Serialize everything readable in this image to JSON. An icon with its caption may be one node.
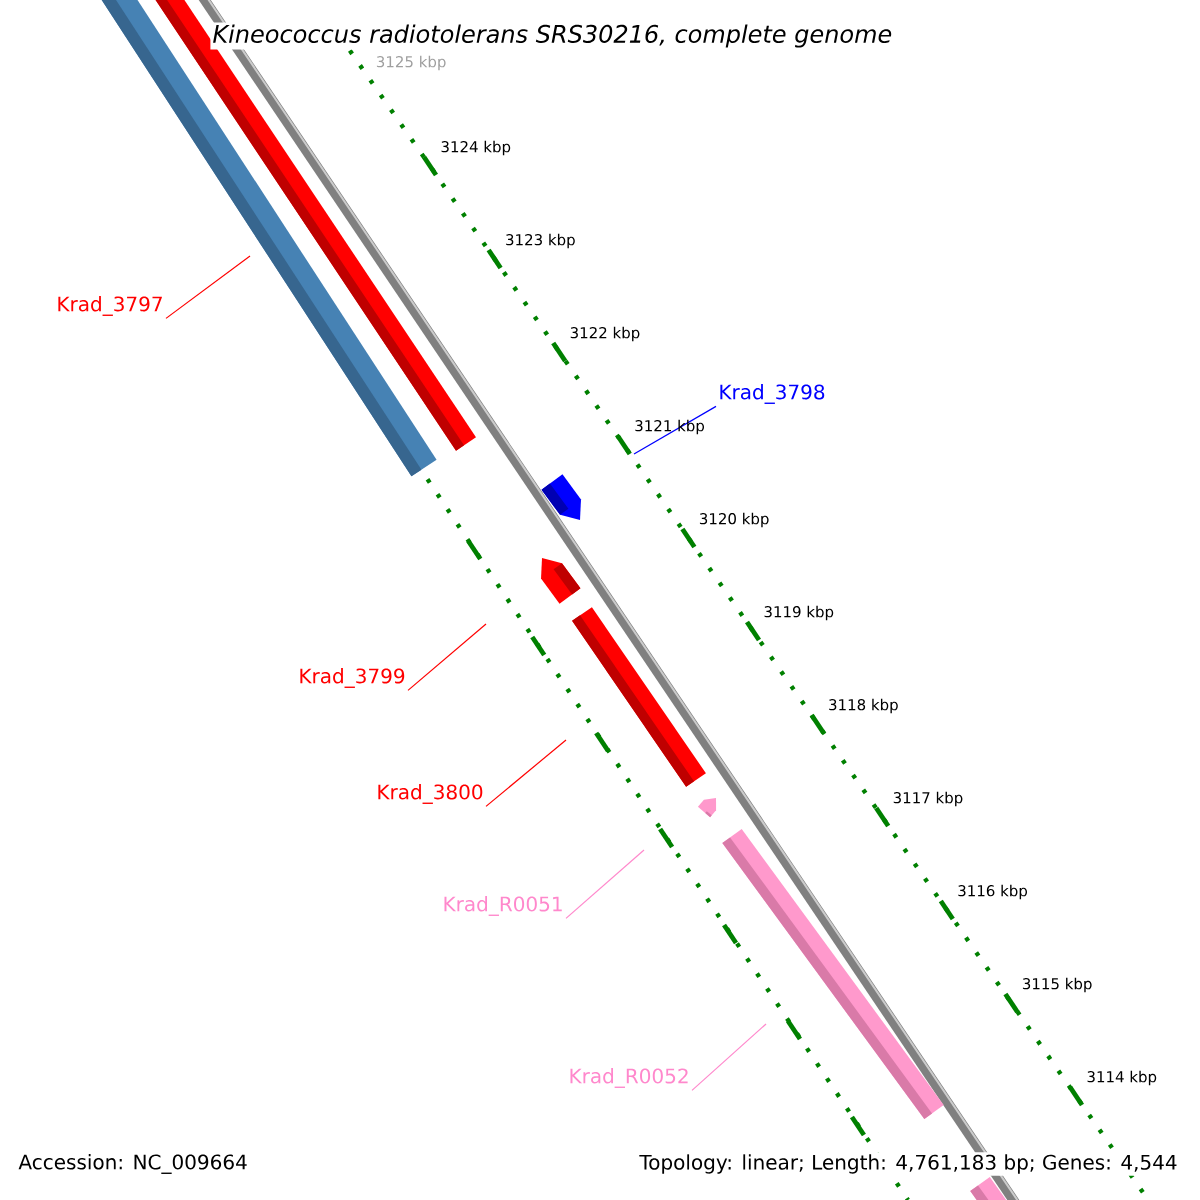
{
  "diagram": {
    "title": "Kineococcus radiotolerans SRS30216, complete genome",
    "nodes": [
      {
        "text": [
          "Krad_3797"
        ]
      },
      {
        "text": [
          "Krad_3798"
        ]
      },
      {
        "text": [
          "Krad_3799"
        ]
      },
      {
        "text": [
          "Krad_3800"
        ]
      },
      {
        "text": [
          "Krad_R0051"
        ]
      },
      {
        "text": [
          "Krad_R0052"
        ]
      }
    ],
    "edges": [
      {
        "from": 0,
        "to": null,
        "arrow": "none",
        "color": "#ff0000"
      },
      {
        "from": 1,
        "to": null,
        "arrow": "none",
        "color": "#0000ff"
      },
      {
        "from": 2,
        "to": null,
        "arrow": "none",
        "color": "#ff0000"
      },
      {
        "from": 3,
        "to": null,
        "arrow": "none",
        "color": "#ff0000"
      },
      {
        "from": 4,
        "to": null,
        "arrow": "none",
        "color": "#ff88cc"
      },
      {
        "from": 5,
        "to": null,
        "arrow": "none",
        "color": "#ff88cc"
      }
    ],
    "labels": [
      "3125 kbp",
      "3124 kbp",
      "3123 kbp",
      "3122 kbp",
      "3121 kbp",
      "3120 kbp",
      "3119 kbp",
      "3118 kbp",
      "3117 kbp",
      "3116 kbp",
      "3115 kbp",
      "3114 kbp",
      "Accession: NC_009664",
      "Topology: linear; Length: 4,761,183 bp; Genes: 4,544"
    ]
  }
}
